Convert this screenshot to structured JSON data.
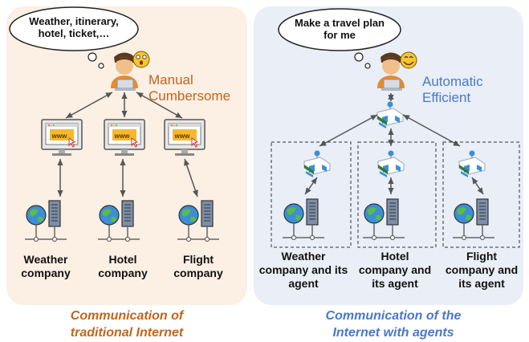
{
  "left": {
    "thought": {
      "line1": "Weather, itinerary,",
      "line2": "hotel, ticket,…"
    },
    "status": {
      "line1": "Manual",
      "line2": "Cumbersome",
      "color": "#c0661c"
    },
    "browser_text": "www",
    "companies": [
      {
        "line1": "Weather",
        "line2": "company"
      },
      {
        "line1": "Hotel",
        "line2": "company"
      },
      {
        "line1": "Flight",
        "line2": "company"
      }
    ],
    "caption": {
      "line1": "Communication of",
      "line2": "traditional Internet",
      "color": "#c0661c"
    },
    "background": "#fcefe4"
  },
  "right": {
    "thought": {
      "line1": "Make a travel plan",
      "line2": "for me"
    },
    "status": {
      "line1": "Automatic",
      "line2": "Efficient",
      "color": "#4a78c8"
    },
    "companies": [
      {
        "line1": "Weather",
        "line2": "company and its",
        "line3": "agent"
      },
      {
        "line1": "Hotel",
        "line2": "company and",
        "line3": "its agent"
      },
      {
        "line1": "Flight",
        "line2": "company and",
        "line3": "its agent"
      }
    ],
    "caption": {
      "line1": "Communication of the",
      "line2": "Internet with agents",
      "color": "#4a78c8"
    },
    "background": "#e9eef7"
  }
}
